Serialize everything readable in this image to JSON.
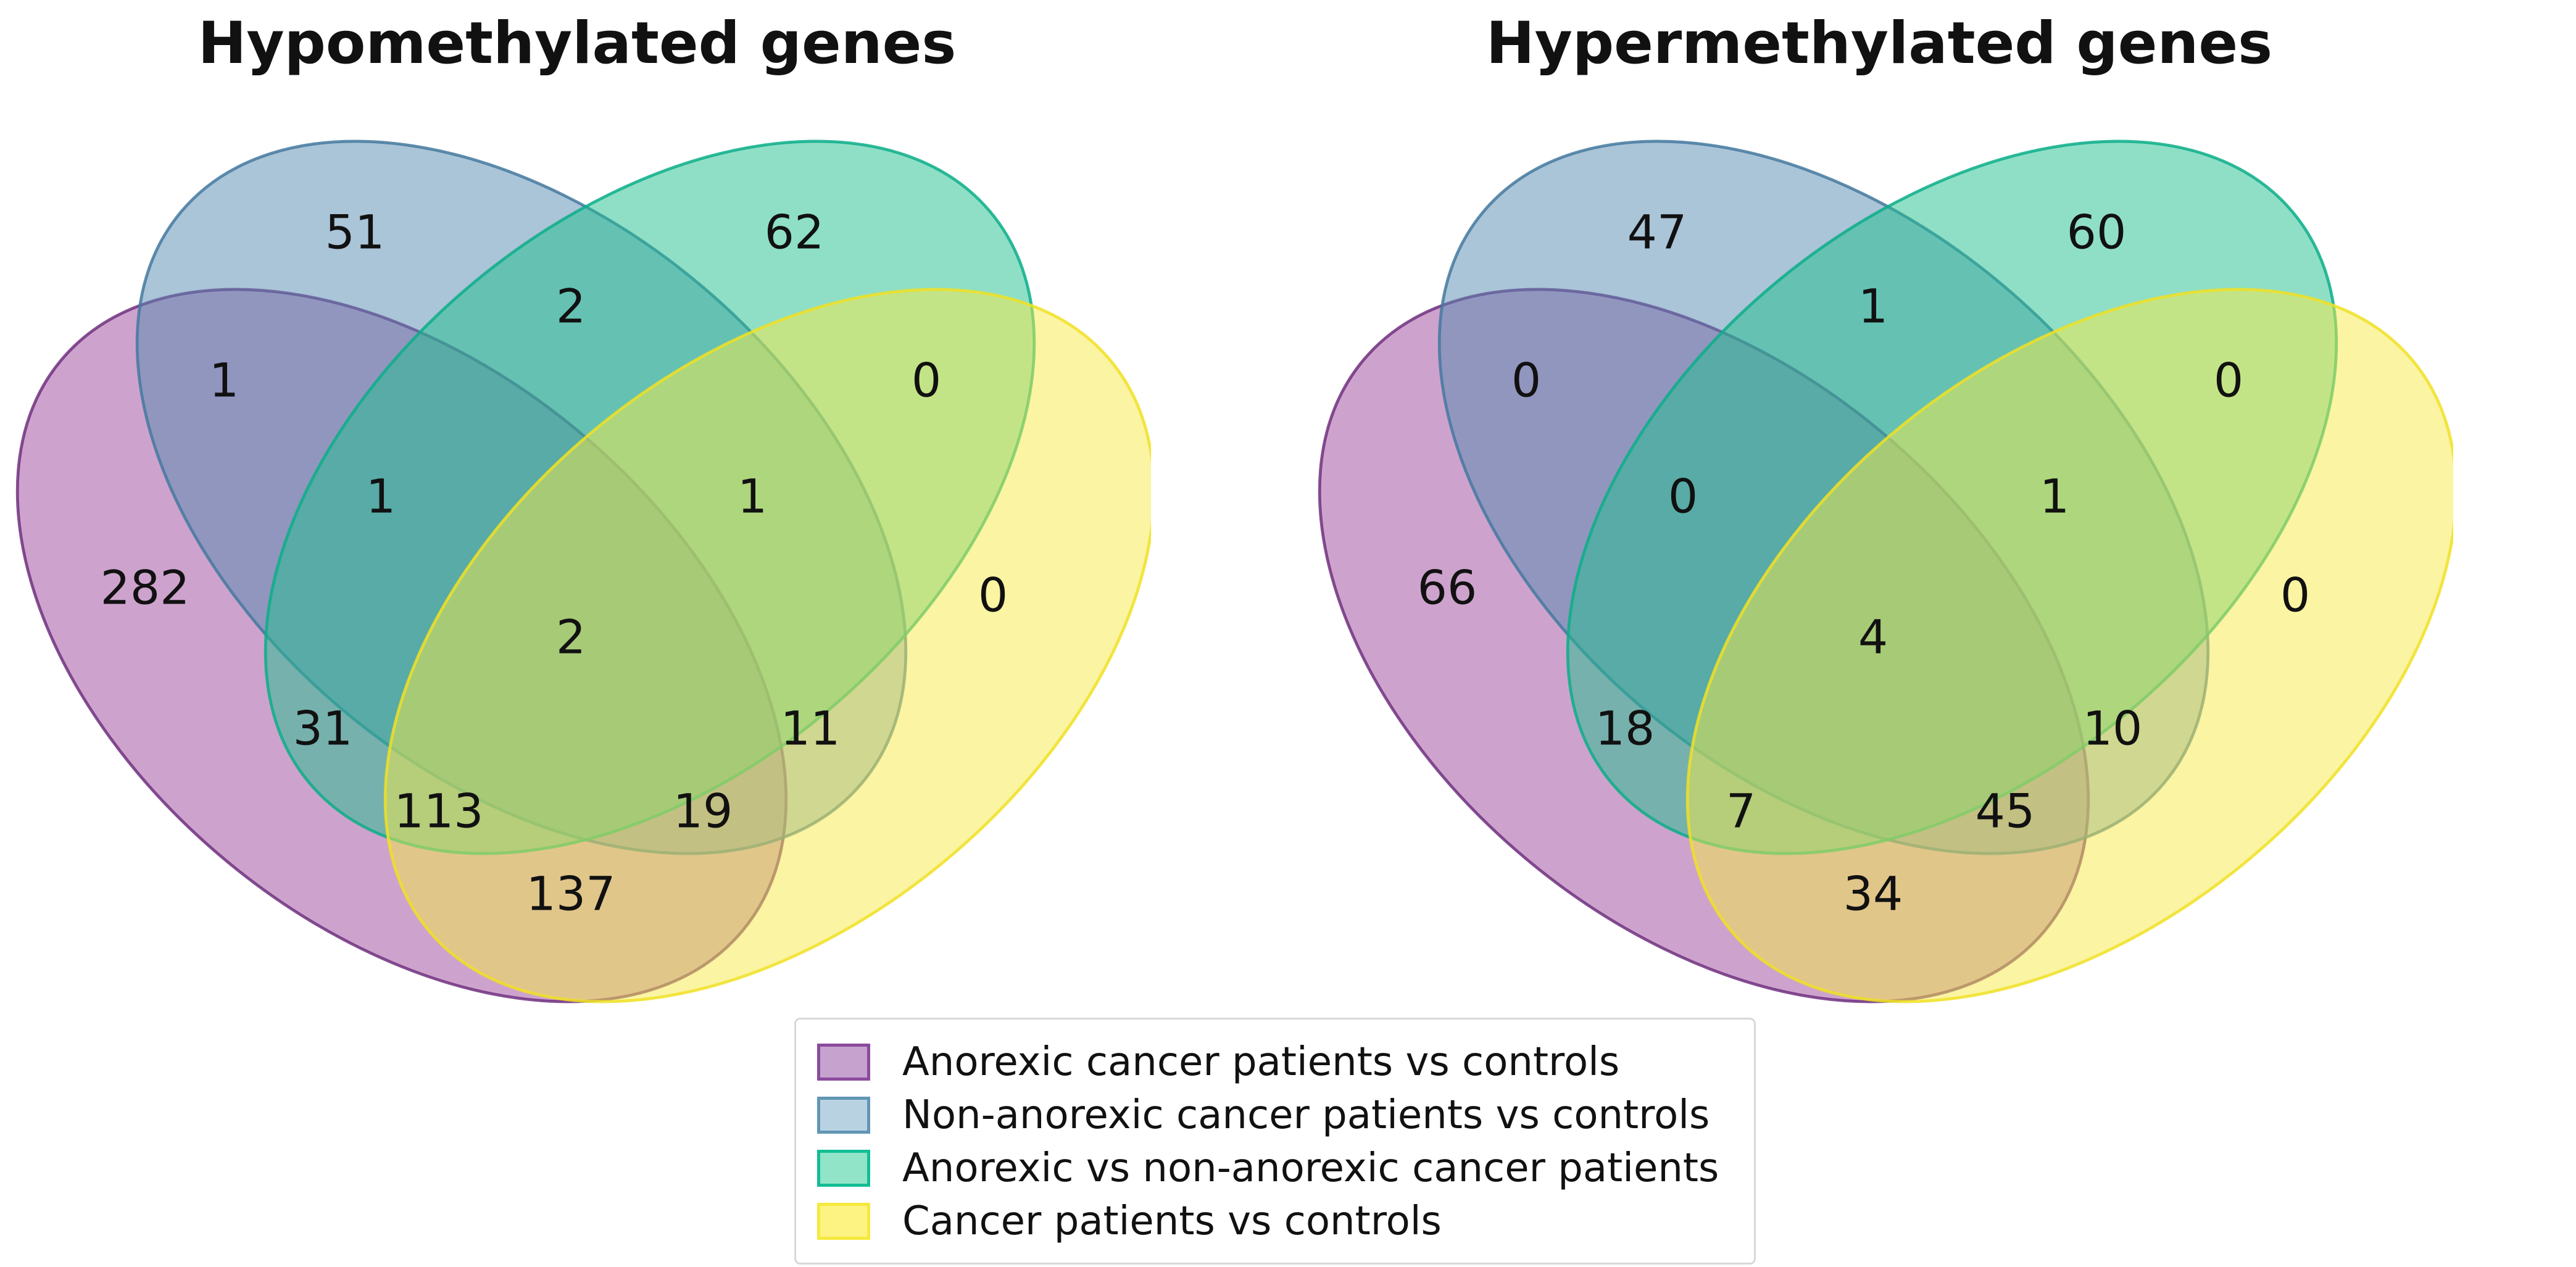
{
  "figure": {
    "background": "#ffffff"
  },
  "panels": [
    {
      "title": "Hypomethylated genes",
      "regions": {
        "a": 282,
        "b": 51,
        "c": 62,
        "d": 0,
        "ab": 1,
        "ac": 31,
        "ad": 137,
        "bc": 2,
        "bd": 11,
        "cd": 0,
        "abc": 1,
        "abd": 19,
        "acd": 113,
        "bcd": 1,
        "abcd": 2
      }
    },
    {
      "title": "Hypermethylated genes",
      "regions": {
        "a": 66,
        "b": 47,
        "c": 60,
        "d": 0,
        "ab": 0,
        "ac": 18,
        "ad": 34,
        "bc": 1,
        "bd": 10,
        "cd": 0,
        "abc": 0,
        "abd": 45,
        "acd": 7,
        "bcd": 1,
        "abcd": 4
      }
    }
  ],
  "sets": [
    {
      "name": "Anorexic cancer patients vs controls",
      "fill": "#9b479b",
      "edge": "#70307f",
      "swatch_fill": "#c6a3cf",
      "swatch_edge": "#8b4b9c"
    },
    {
      "name": "Non-anorexic cancer patients vs controls",
      "fill": "#5589b1",
      "edge": "#44799f",
      "swatch_fill": "#b9d2e2",
      "swatch_edge": "#6195b4"
    },
    {
      "name": "Anorexic vs non-anorexic cancer patients",
      "fill": "#1fbf8d",
      "edge": "#0cae88",
      "swatch_fill": "#92e4c8",
      "swatch_edge": "#13bd94"
    },
    {
      "name": "Cancer patients vs controls",
      "fill": "#f5e947",
      "edge": "#f0e125",
      "swatch_fill": "#fcf382",
      "swatch_edge": "#f6e93d"
    }
  ],
  "chart_data": [
    {
      "type": "venn",
      "title": "Hypomethylated genes",
      "sets": [
        "Anorexic cancer patients vs controls",
        "Non-anorexic cancer patients vs controls",
        "Anorexic vs non-anorexic cancer patients",
        "Cancer patients vs controls"
      ],
      "regions": {
        "A_only": 282,
        "B_only": 51,
        "C_only": 62,
        "D_only": 0,
        "A∩B": 1,
        "A∩C": 31,
        "A∩D": 137,
        "B∩C": 2,
        "B∩D": 11,
        "C∩D": 0,
        "A∩B∩C": 1,
        "A∩B∩D": 19,
        "A∩C∩D": 113,
        "B∩C∩D": 1,
        "A∩B∩C∩D": 2
      }
    },
    {
      "type": "venn",
      "title": "Hypermethylated genes",
      "sets": [
        "Anorexic cancer patients vs controls",
        "Non-anorexic cancer patients vs controls",
        "Anorexic vs non-anorexic cancer patients",
        "Cancer patients vs controls"
      ],
      "regions": {
        "A_only": 66,
        "B_only": 47,
        "C_only": 60,
        "D_only": 0,
        "A∩B": 0,
        "A∩C": 18,
        "A∩D": 34,
        "B∩C": 1,
        "B∩D": 10,
        "C∩D": 0,
        "A∩B∩C": 0,
        "A∩B∩D": 45,
        "A∩C∩D": 7,
        "B∩C∩D": 1,
        "A∩B∩C∩D": 4
      }
    }
  ],
  "legend": {
    "position": "bottom-center",
    "border_color": "#d8d8d8"
  }
}
